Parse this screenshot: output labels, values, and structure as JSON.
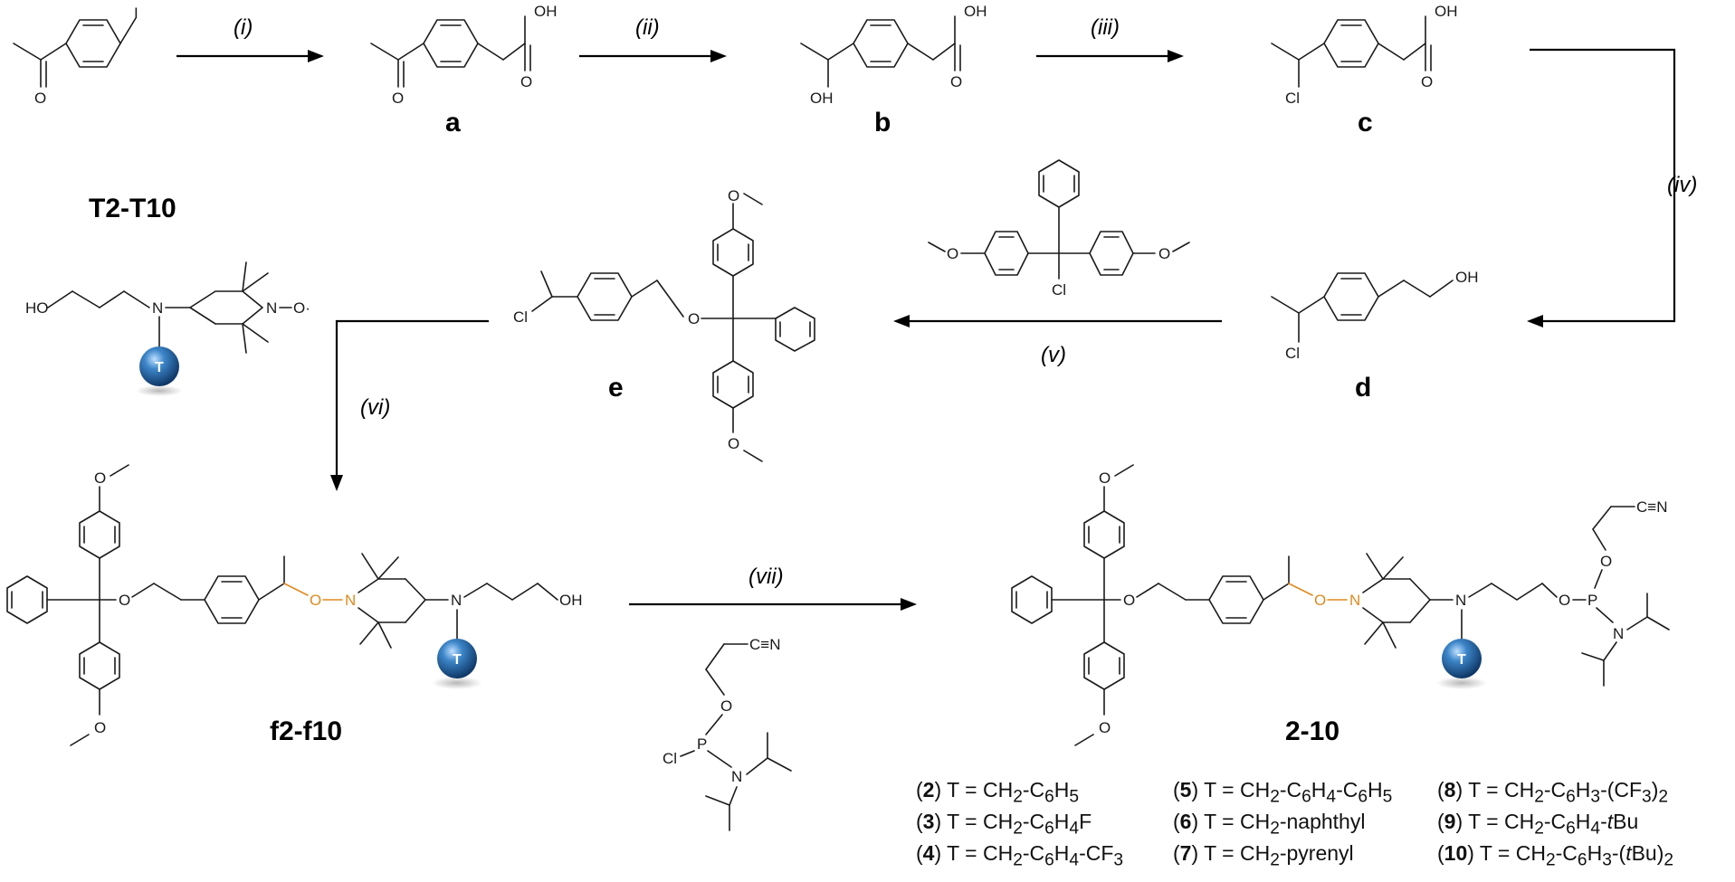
{
  "steps": [
    "(i)",
    "(ii)",
    "(iii)",
    "(iv)",
    "(v)",
    "(vi)",
    "(vii)"
  ],
  "compounds": {
    "a": "a",
    "b": "b",
    "c": "c",
    "d": "d",
    "e": "e",
    "t_series": "T2-T10",
    "f_series": "f2-f10",
    "final_series": "2-10"
  },
  "atoms": {
    "I": "I",
    "O": "O",
    "OH": "OH",
    "Cl": "Cl",
    "HO": "HO",
    "N": "N",
    "O_rad": "O·",
    "P": "P",
    "CN": "C≡N",
    "T": "T"
  },
  "legend": [
    {
      "num": "2",
      "sub": "CH2-C6H5"
    },
    {
      "num": "3",
      "sub": "CH2-C6H4F"
    },
    {
      "num": "4",
      "sub": "CH2-C6H4-CF3"
    },
    {
      "num": "5",
      "sub": "CH2-C6H4-C6H5"
    },
    {
      "num": "6",
      "sub": "CH2-naphthyl"
    },
    {
      "num": "7",
      "sub": "CH2-pyrenyl"
    },
    {
      "num": "8",
      "sub": "CH2-C6H3-(CF3)2"
    },
    {
      "num": "9",
      "sub": "CH2-C6H4-tBu"
    },
    {
      "num": "10",
      "sub": "CH2-C6H3-(tBu)2"
    }
  ],
  "colors": {
    "linker_oxygen": "#e08a1e",
    "sphere": "#1f5f9e"
  }
}
